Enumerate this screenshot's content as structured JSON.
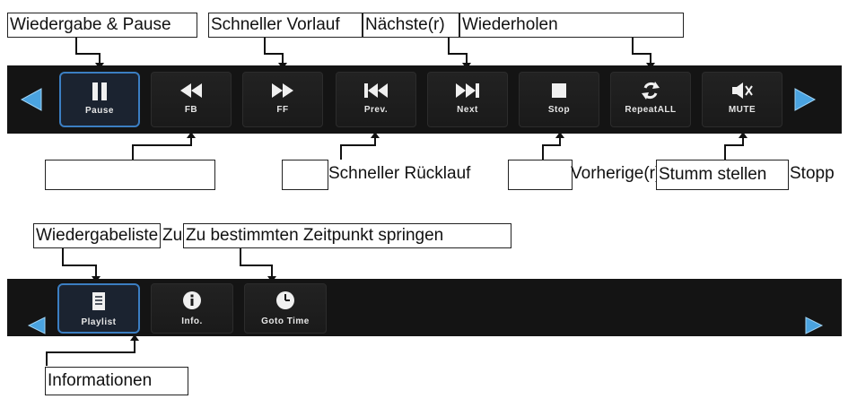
{
  "top_bar": {
    "buttons": [
      {
        "label": "Pause",
        "icon": "pause-icon"
      },
      {
        "label": "FB",
        "icon": "fast-backward-icon"
      },
      {
        "label": "FF",
        "icon": "fast-forward-icon"
      },
      {
        "label": "Prev.",
        "icon": "previous-icon"
      },
      {
        "label": "Next",
        "icon": "next-icon"
      },
      {
        "label": "Stop",
        "icon": "stop-icon"
      },
      {
        "label": "RepeatALL",
        "icon": "repeat-icon"
      },
      {
        "label": "MUTE",
        "icon": "mute-icon"
      }
    ]
  },
  "bottom_bar": {
    "buttons": [
      {
        "label": "Playlist",
        "icon": "playlist-icon"
      },
      {
        "label": "Info.",
        "icon": "info-icon"
      },
      {
        "label": "Goto Time",
        "icon": "clock-icon"
      }
    ]
  },
  "callouts": {
    "pause": "Wiedergabe & Pause",
    "ff": "Schneller Vorlauf",
    "next": "Nächste(r)",
    "repeat": "Wiederholen",
    "fb": "Schneller Rücklauf",
    "prev": "Vorherige(r)",
    "mute": "Stumm stellen",
    "stop": "Stopp",
    "playlist": "Wiedergabeliste",
    "goto": "Zu bestimmten Zeitpunkt springen",
    "info": "Informationen"
  },
  "colors": {
    "bar_bg": "#141414",
    "accent": "#3b7ec2",
    "nav_arrow": "#4aa3e0"
  }
}
